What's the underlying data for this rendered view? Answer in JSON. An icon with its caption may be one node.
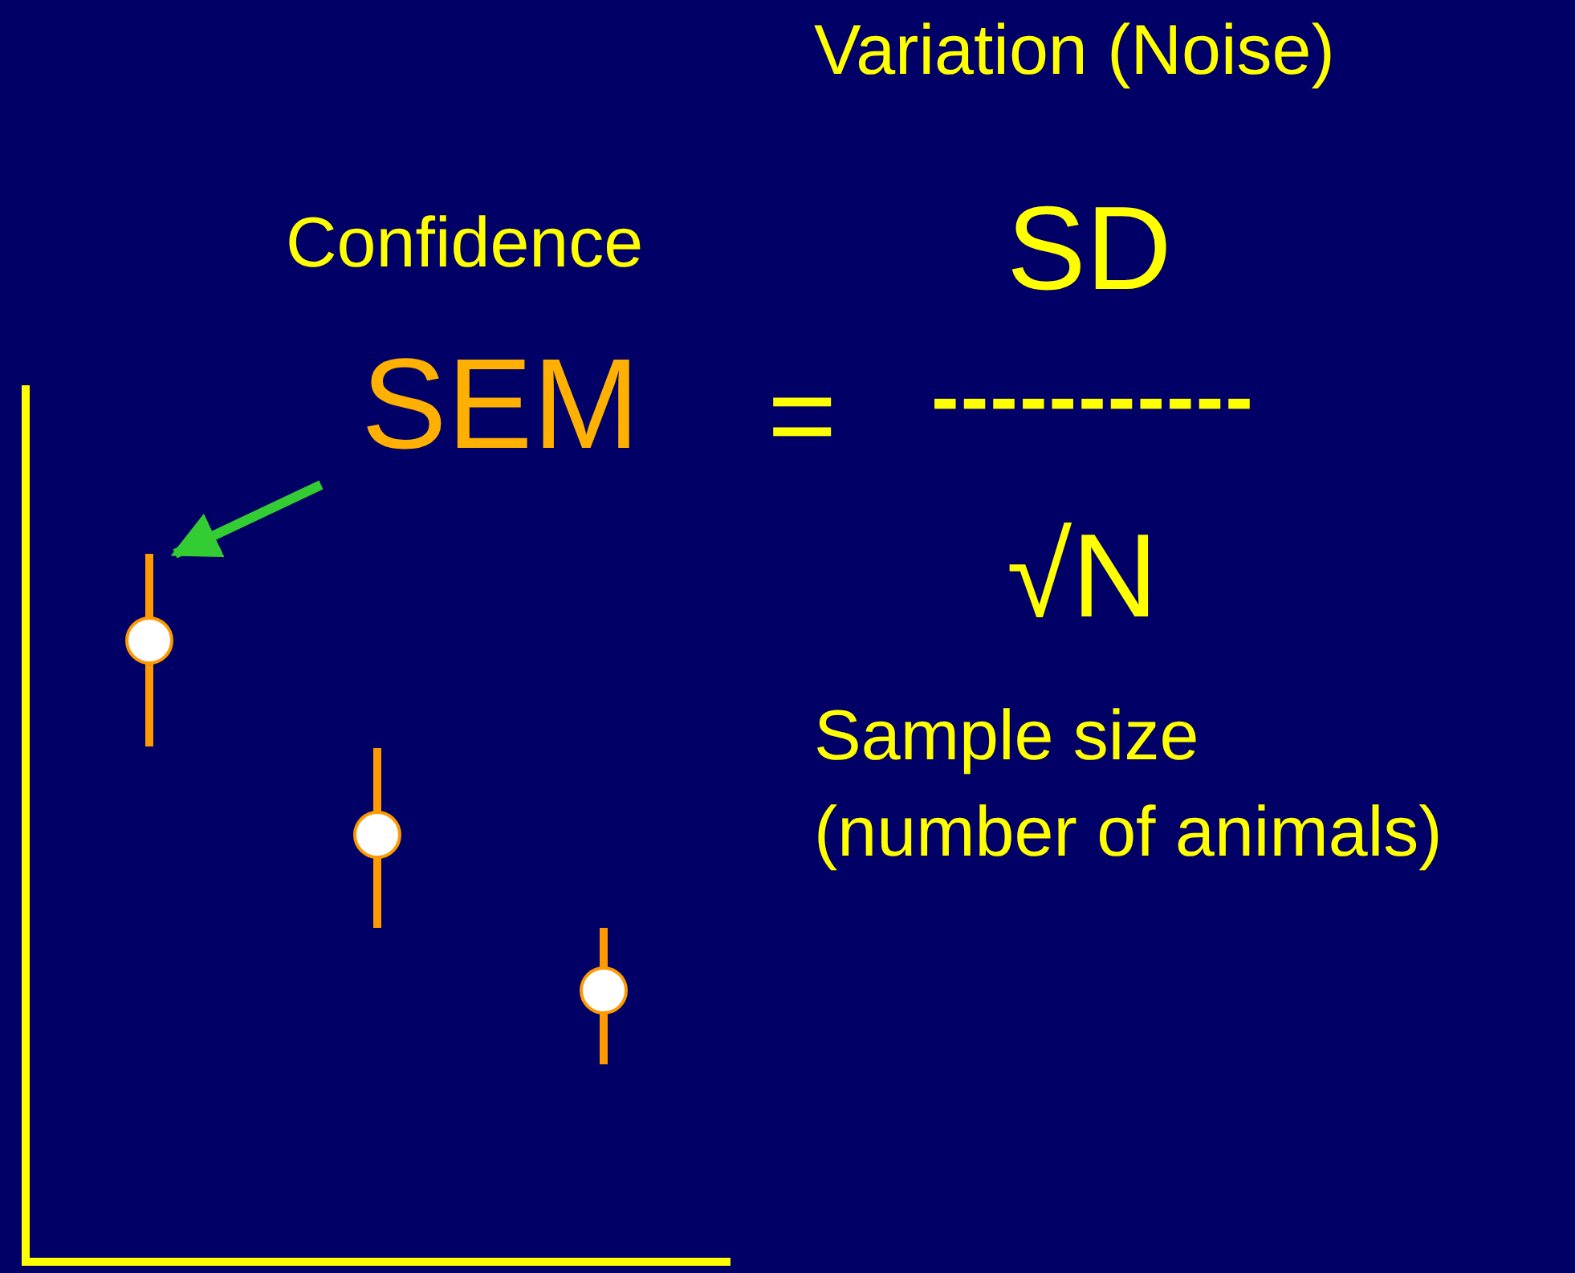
{
  "diagram": {
    "nodes": [
      {
        "text": [
          "SEM"
        ]
      },
      {
        "text": [],
        "shape": "bar"
      },
      {
        "text": [],
        "shape": "bar"
      },
      {
        "text": [],
        "shape": "bar"
      }
    ],
    "edges": [
      {
        "from": 0,
        "to": 1,
        "arrow": "to",
        "color": "#33cc33"
      }
    ],
    "labels": [
      "Variation (Noise)",
      "Confidence",
      "SD",
      "=",
      "-----------",
      "√N",
      "Sample size",
      "(number of animals)"
    ]
  }
}
